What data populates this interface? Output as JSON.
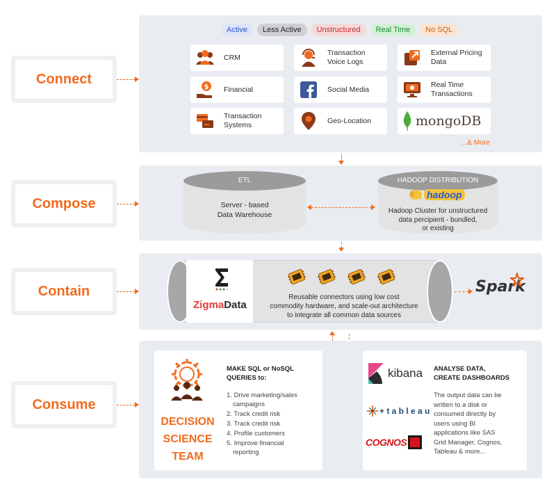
{
  "stages": {
    "connect": "Connect",
    "compose": "Compose",
    "contain": "Contain",
    "consume": "Consume"
  },
  "legend": [
    {
      "label": "Active",
      "bg": "#dde5f7",
      "color": "#2d55c8"
    },
    {
      "label": "Less Active",
      "bg": "#cfcfd4",
      "color": "#222222"
    },
    {
      "label": "Unstructured",
      "bg": "#f6d9d9",
      "color": "#c8262d"
    },
    {
      "label": "Real Time",
      "bg": "#d4f1d7",
      "color": "#1c8a2c"
    },
    {
      "label": "No SQL",
      "bg": "#fbe4d2",
      "color": "#c8651d"
    }
  ],
  "sources": {
    "crm": {
      "line1": "CRM",
      "line2": "",
      "icon": "users-icon"
    },
    "voice": {
      "line1": "Transaction",
      "line2": "Voice Logs",
      "icon": "headset-agent-icon"
    },
    "pricing": {
      "line1": "External Pricing",
      "line2": "Data",
      "icon": "external-link-icon"
    },
    "financial": {
      "line1": "Financial",
      "line2": "",
      "icon": "money-hand-icon"
    },
    "social": {
      "line1": "Social Media",
      "line2": "",
      "icon": "facebook-icon"
    },
    "realtime": {
      "line1": "Real Time",
      "line2": "Transactions",
      "icon": "monitor-icon"
    },
    "txsys": {
      "line1": "Transaction",
      "line2": "Systems",
      "icon": "card-transfer-icon"
    },
    "geo": {
      "line1": "Geo-Location",
      "line2": "",
      "icon": "map-pin-icon"
    },
    "mongo": {
      "label": "mongoDB",
      "icon": "mongodb-leaf-icon"
    },
    "more": "...& More"
  },
  "compose": {
    "etl_title": "ETL",
    "etl_line1": "Server - based",
    "etl_line2": "Data Warehouse",
    "hadoop_title": "HADOOP DISTRIBUTION",
    "hadoop_logo": "hadoop",
    "hadoop_line1": "Hadoop Cluster for unstructured",
    "hadoop_line2": "data percipient - bundled,",
    "hadoop_line3": "or existing"
  },
  "contain": {
    "logo_zigma": "Zigma",
    "logo_data": "Data",
    "line1": "Reusable connectors using low cost",
    "line2": "commodity hardware, and scale-out architecture",
    "line3": "to integrate all common data sources",
    "spark": "Spark"
  },
  "consume": {
    "team_line1": "DECISION",
    "team_line2": "SCIENCE",
    "team_line3": "TEAM",
    "queries_title1": "MAKE SQL or NoSQL",
    "queries_title2": "QUERIES to:",
    "queries": [
      {
        "n": "1.",
        "line1": "Drive marketing/sales",
        "line2": "campaigns"
      },
      {
        "n": "2.",
        "line1": "Track credit risk",
        "line2": ""
      },
      {
        "n": "3.",
        "line1": "Track credit risk",
        "line2": ""
      },
      {
        "n": "4.",
        "line1": "Profile customers",
        "line2": ""
      },
      {
        "n": "5.",
        "line1": "Improve financial",
        "line2": "reporting"
      }
    ],
    "kibana": "kibana",
    "tableau": "+ t a b l e a u",
    "cognos": "COGNOS",
    "analyse_title1": "ANALYSE DATA,",
    "analyse_title2": "CREATE DASHBOARDS",
    "analyse_text": [
      "The output data can be",
      "written to a disk or",
      "consumed directly by",
      "users using BI",
      "applications like SAS",
      "Grid Manager, Cognos,",
      "Tableau & more..."
    ]
  },
  "colors": {
    "accent": "#f26b1d",
    "panel": "#e9ecf0",
    "cylinder_top": "#9b9b9b"
  }
}
